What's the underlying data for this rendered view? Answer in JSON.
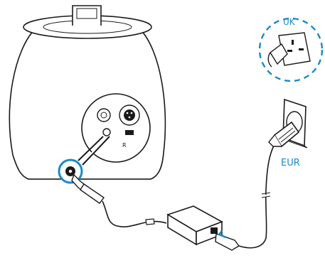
{
  "labels": {
    "uk": "UK",
    "eur": "EUR",
    "channel_marker": "R"
  },
  "colors": {
    "accent": "#1a8ac8",
    "line": "#1a1a1a",
    "fill": "#ffffff"
  }
}
